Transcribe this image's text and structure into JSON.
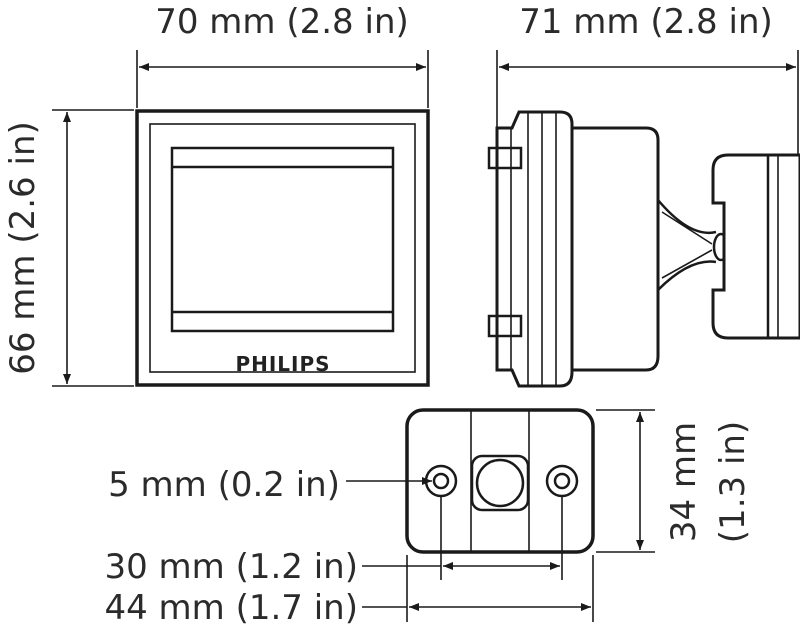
{
  "dimensions": {
    "front_width": "70 mm (2.8 in)",
    "side_width": "71 mm (2.8 in)",
    "front_height": "66 mm (2.6 in)",
    "hole_diameter": "5 mm (0.2 in)",
    "hole_spacing": "30 mm (1.2 in)",
    "base_width": "44 mm (1.7 in)",
    "base_height_line1": "34 mm",
    "base_height_line2": "(1.3 in)"
  },
  "brand": {
    "logo_text": "PHILIPS"
  },
  "colors": {
    "line": "#1a1a1a",
    "text": "#2b2b2b",
    "background": "#ffffff"
  }
}
